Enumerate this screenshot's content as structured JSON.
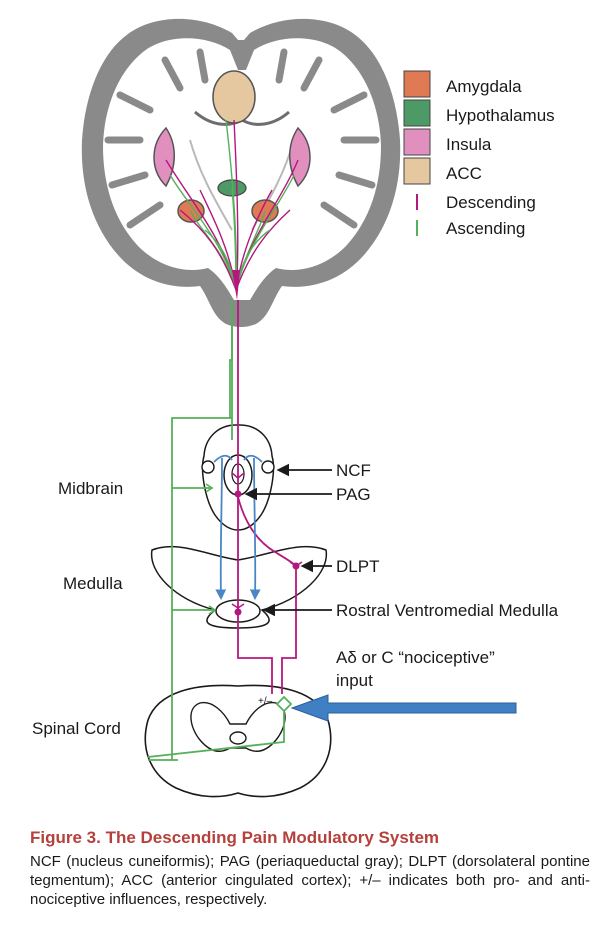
{
  "legend": {
    "items": [
      {
        "label": "Amygdala",
        "color": "#e07a55",
        "kind": "swatch"
      },
      {
        "label": "Hypothalamus",
        "color": "#4e9a66",
        "kind": "swatch"
      },
      {
        "label": "Insula",
        "color": "#e08fbf",
        "kind": "swatch"
      },
      {
        "label": "ACC",
        "color": "#e6c8a0",
        "kind": "swatch"
      },
      {
        "label": "Descending",
        "color": "#b5177e",
        "kind": "line"
      },
      {
        "label": "Ascending",
        "color": "#55b05a",
        "kind": "line"
      }
    ]
  },
  "regions": {
    "midbrain": "Midbrain",
    "medulla": "Medulla",
    "spinal_cord": "Spinal Cord"
  },
  "pointers": {
    "ncf": "NCF",
    "pag": "PAG",
    "dlpt": "DLPT",
    "rvm": "Rostral Ventromedial Medulla"
  },
  "input": {
    "line1": "Aδ or C “nociceptive”",
    "line2": "input"
  },
  "modulation_sign": "+/–",
  "caption": {
    "title": "Figure 3.  The Descending Pain Modulatory System",
    "body": "NCF (nucleus cuneiformis); PAG (periaqueductal gray); DLPT (dorsolateral pontine tegmentum); ACC (anterior cingulated cortex); +/– indicates both pro- and anti- nociceptive influences, respectively."
  },
  "colors": {
    "gray_matter": "#8a8a8a",
    "white_matter": "#ffffff",
    "descending": "#b5177e",
    "ascending": "#55b05a",
    "blue": "#4a86c5",
    "input_arrow": "#3f7fc4"
  }
}
